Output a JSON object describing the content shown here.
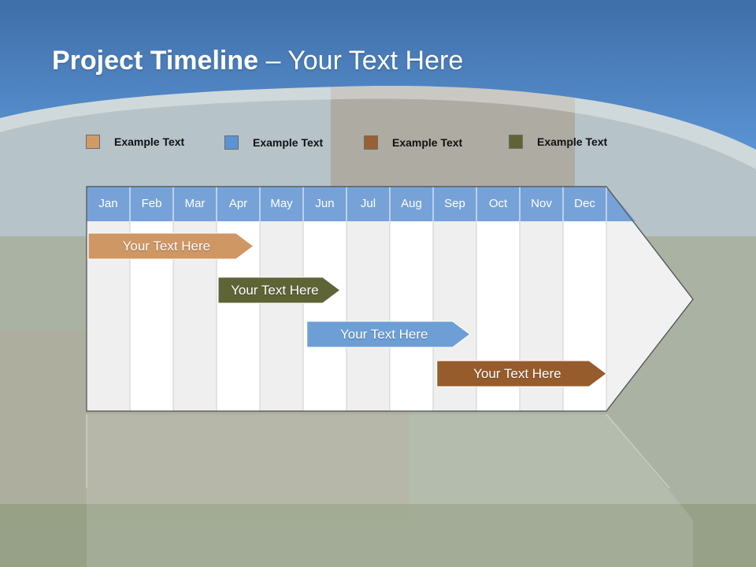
{
  "title": {
    "bold": "Project Timeline",
    "rest": " – Your Text Here"
  },
  "legend": [
    {
      "label": "Example Text",
      "color": "#d29a67"
    },
    {
      "label": "Example Text",
      "color": "#5b94d2"
    },
    {
      "label": "Example Text",
      "color": "#9a5f32"
    },
    {
      "label": "Example Text",
      "color": "#5e6436"
    }
  ],
  "months": [
    "Jan",
    "Feb",
    "Mar",
    "Apr",
    "May",
    "Jun",
    "Jul",
    "Aug",
    "Sep",
    "Oct",
    "Nov",
    "Dec"
  ],
  "tasks": [
    {
      "label": "Your  Text Here",
      "start": 0.0,
      "end": 3.85,
      "color": "#cf9764"
    },
    {
      "label": "Your  Text Here",
      "start": 3.0,
      "end": 5.85,
      "color": "#5e6436"
    },
    {
      "label": "Your  Text Here",
      "start": 5.05,
      "end": 8.85,
      "color": "#6d9fd6"
    },
    {
      "label": "Your  Text Here",
      "start": 8.05,
      "end": 12.0,
      "color": "#975c2c"
    }
  ],
  "colors": {
    "header": "#76a2d8",
    "banner": "#4f86c6",
    "arrow_fill": "#f1f1f1"
  }
}
